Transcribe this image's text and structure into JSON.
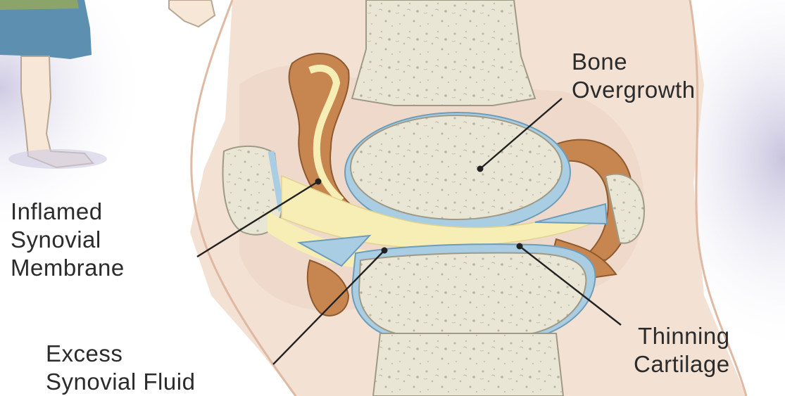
{
  "labels": {
    "bone_overgrowth": [
      "Bone",
      "Overgrowth"
    ],
    "inflamed_membrane": [
      "Inflamed",
      "Synovial",
      "Membrane"
    ],
    "excess_fluid": [
      "Excess",
      "Synovial Fluid"
    ],
    "thinning_cartilage": [
      "Thinning",
      "Cartilage"
    ]
  },
  "colors": {
    "bone": "#e9e6d6",
    "bone_speckle": "#b9b5a3",
    "cartilage": "#a9cde2",
    "membrane": "#c7864f",
    "fluid": "#f7eeb6",
    "skin": "#f4d9c8",
    "shadow": "#c9c6dd",
    "leader": "#222222",
    "text": "#2b2b2b"
  }
}
